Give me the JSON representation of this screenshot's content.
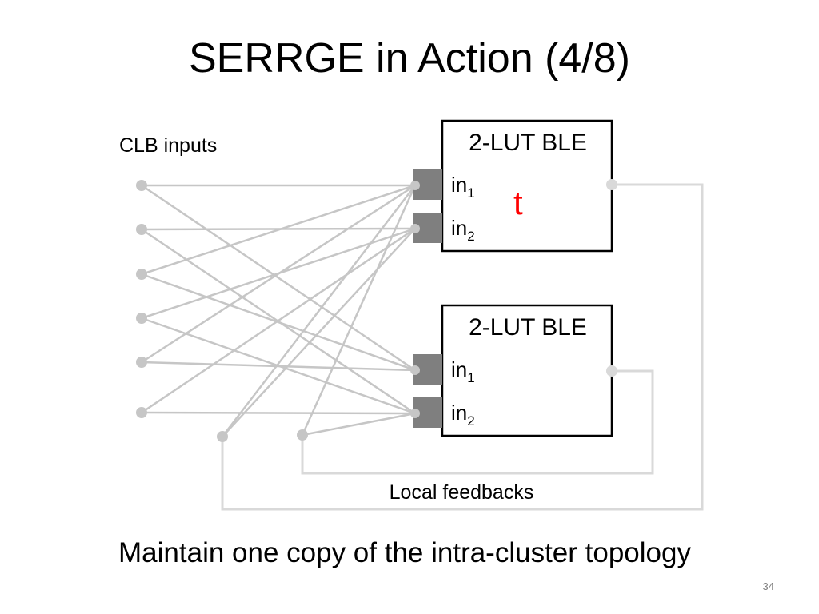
{
  "slide": {
    "title": "SERRGE in Action (4/8)",
    "caption": "Maintain one copy of the intra-cluster topology",
    "page_number": "34"
  },
  "diagram": {
    "clb_inputs_label": "CLB inputs",
    "local_feedbacks_label": "Local feedbacks",
    "ble_top": {
      "title": "2-LUT BLE",
      "in1_base": "in",
      "in1_sub": "1",
      "in2_base": "in",
      "in2_sub": "2",
      "marker": "t"
    },
    "ble_bottom": {
      "title": "2-LUT BLE",
      "in1_base": "in",
      "in1_sub": "1",
      "in2_base": "in",
      "in2_sub": "2"
    }
  },
  "colors": {
    "wire": "#c6c6c6",
    "feedback_wire": "#d9d9d9",
    "pin": "#7f7f7f",
    "marker": "#ff0000"
  }
}
